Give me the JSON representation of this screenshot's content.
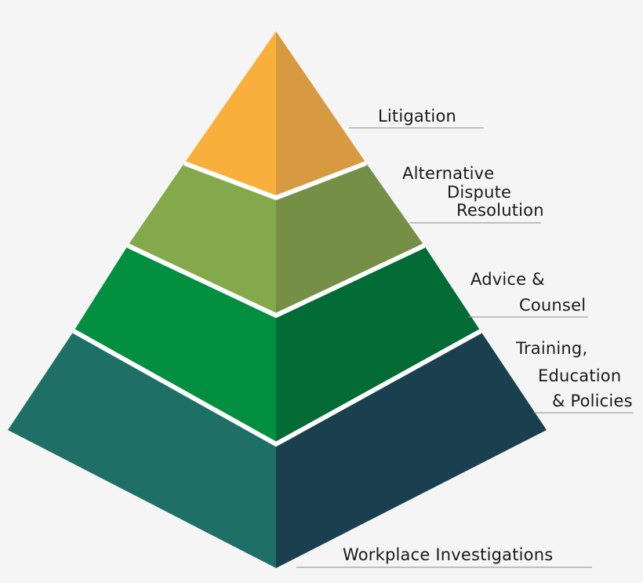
{
  "diagram": {
    "type": "pyramid",
    "tiers": [
      {
        "id": "litigation",
        "lines": [
          "Litigation"
        ],
        "colors": {
          "left": "#f8af3b",
          "right": "#d89a40"
        }
      },
      {
        "id": "alternative-dispute-resolution",
        "lines": [
          "Alternative",
          "Dispute",
          "Resolution"
        ],
        "colors": {
          "left": "#83a94a",
          "right": "#758f47"
        }
      },
      {
        "id": "advice-counsel",
        "lines": [
          "Advice &",
          "Counsel"
        ],
        "colors": {
          "left": "#028f3f",
          "right": "#026b36"
        }
      },
      {
        "id": "training-education-policies",
        "lines": [
          "Training,",
          "Education",
          "& Policies"
        ],
        "colors": {
          "left": "#1e7067",
          "right": "#1a3f4f"
        }
      },
      {
        "id": "workplace-investigations",
        "lines": [
          "Workplace Investigations"
        ],
        "colors": null
      }
    ]
  }
}
